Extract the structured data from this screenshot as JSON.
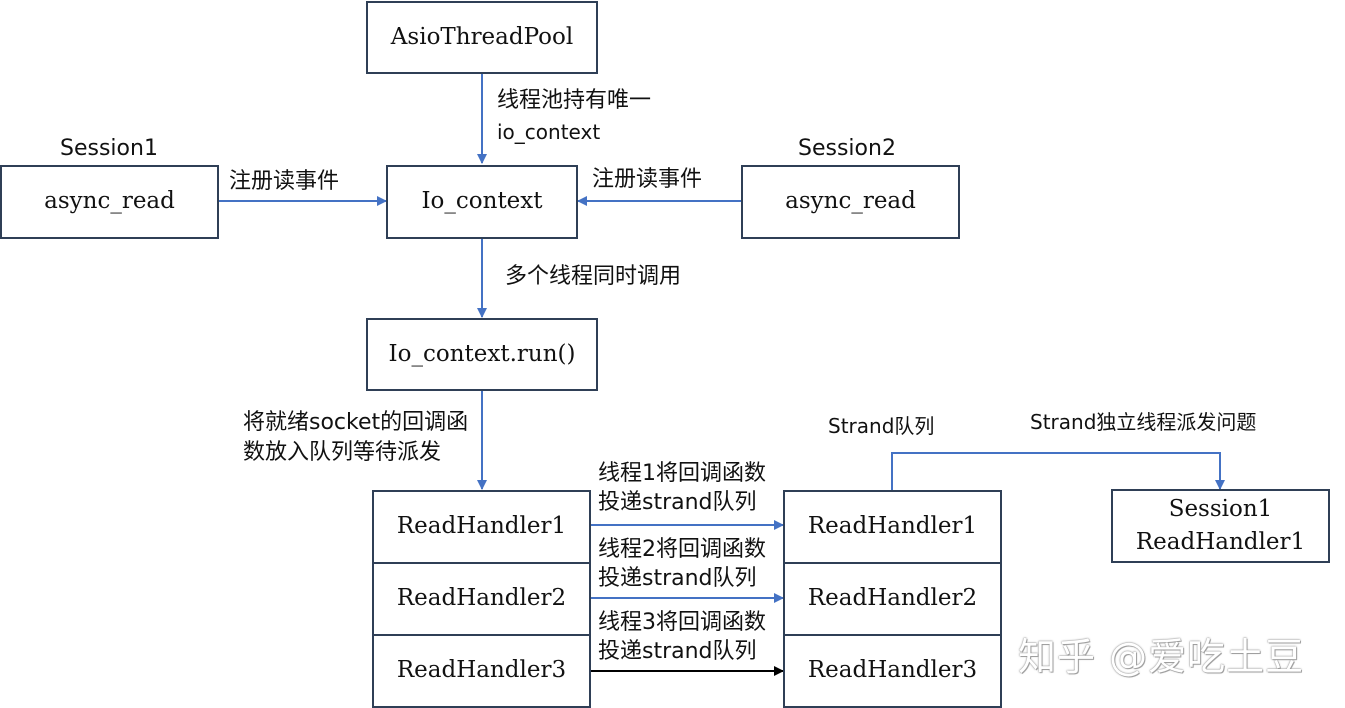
{
  "nodes": {
    "thread_pool": "AsioThreadPool",
    "io_context": "Io_context",
    "io_context_run": "Io_context.run()",
    "session1_async_read": "async_read",
    "session2_async_read": "async_read",
    "queue_handlers": [
      "ReadHandler1",
      "ReadHandler2",
      "ReadHandler3"
    ],
    "strand_handlers": [
      "ReadHandler1",
      "ReadHandler2",
      "ReadHandler3"
    ],
    "dispatched": {
      "line1": "Session1",
      "line2": "ReadHandler1"
    }
  },
  "labels": {
    "session1": "Session1",
    "session2": "Session2",
    "pool_unique_line1": "线程池持有唯一",
    "pool_unique_line2": "io_context",
    "register_read_left": "注册读事件",
    "register_read_right": "注册读事件",
    "multi_thread_call": "多个线程同时调用",
    "ready_callback_line1": "将就绪socket的回调函",
    "ready_callback_line2": "数放入队列等待派发",
    "strand_queue": "Strand队列",
    "strand_dispatch": "Strand独立线程派发问题",
    "thread1_line1": "线程1将回调函数",
    "thread1_line2": "投递strand队列",
    "thread2_line1": "线程2将回调函数",
    "thread2_line2": "投递strand队列",
    "thread3_line1": "线程3将回调函数",
    "thread3_line2": "投递strand队列"
  },
  "watermark": "知乎 @爱吃土豆",
  "colors": {
    "arrow_blue": "#4472c4",
    "arrow_black": "#000000",
    "box_border": "#2f3f56"
  }
}
